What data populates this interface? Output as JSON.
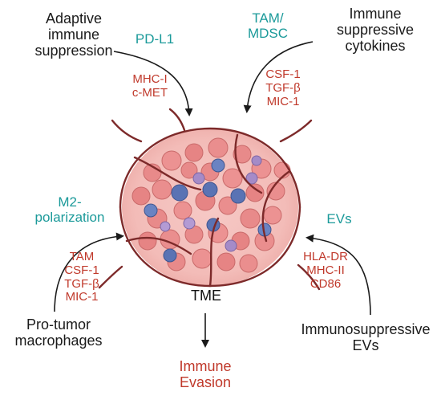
{
  "diagram": {
    "top_left": {
      "title_lines": [
        "Adaptive",
        "immune",
        "suppression"
      ],
      "mechanism": "PD-L1",
      "factors": [
        "MHC-I",
        "c-MET"
      ]
    },
    "top_right": {
      "title_lines": [
        "Immune",
        "suppressive",
        "cytokines"
      ],
      "mechanism_lines": [
        "TAM/",
        "MDSC"
      ],
      "factors": [
        "CSF-1",
        "TGF-β",
        "MIC-1"
      ]
    },
    "bottom_left": {
      "title_lines": [
        "Pro-tumor",
        "macrophages"
      ],
      "mechanism_lines": [
        "M2-",
        "polarization"
      ],
      "factors": [
        "TAM",
        "CSF-1",
        "TGF-β",
        "MIC-1"
      ]
    },
    "bottom_right": {
      "title_lines": [
        "Immunosuppressive",
        "EVs"
      ],
      "mechanism": "EVs",
      "factors": [
        "HLA-DR",
        "MHC-II",
        "CD86"
      ]
    },
    "center_label": "TME",
    "outcome_lines": [
      "Immune",
      "Evasion"
    ]
  },
  "colors": {
    "label_text": "#1a1a1a",
    "mechanism_teal": "#1b9a9a",
    "factor_red": "#c0392b",
    "arrow": "#1a1a1a",
    "tumor_cell": "#e88a8a",
    "immune_cell_blue": "#5a73b4",
    "immune_cell_purple": "#a58bc8",
    "vessel": "#7d2a2a"
  }
}
